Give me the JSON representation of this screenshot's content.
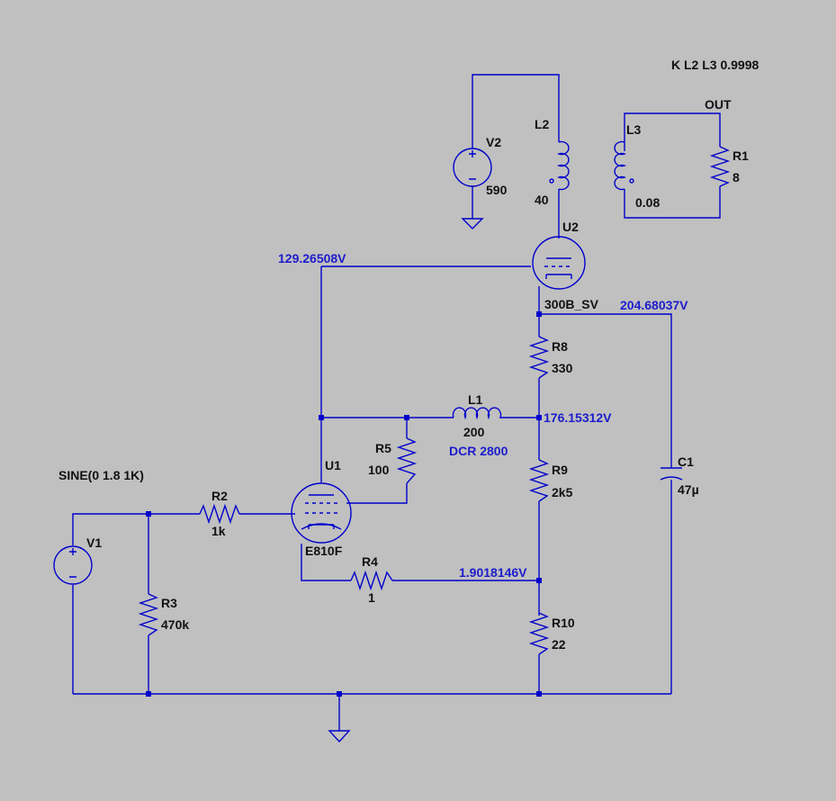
{
  "directive": "K L2 L3 0.9998",
  "out_label": "OUT",
  "components": {
    "V1": {
      "name": "V1",
      "spec": "SINE(0 1.8 1K)"
    },
    "V2": {
      "name": "V2",
      "value": "590"
    },
    "L1": {
      "name": "L1",
      "value": "200",
      "extra": "DCR 2800"
    },
    "L2": {
      "name": "L2",
      "value": "40"
    },
    "L3": {
      "name": "L3",
      "value": "0.08"
    },
    "R1": {
      "name": "R1",
      "value": "8"
    },
    "R2": {
      "name": "R2",
      "value": "1k"
    },
    "R3": {
      "name": "R3",
      "value": "470k"
    },
    "R4": {
      "name": "R4",
      "value": "1"
    },
    "R5": {
      "name": "R5",
      "value": "100"
    },
    "R8": {
      "name": "R8",
      "value": "330"
    },
    "R9": {
      "name": "R9",
      "value": "2k5"
    },
    "R10": {
      "name": "R10",
      "value": "22"
    },
    "C1": {
      "name": "C1",
      "value": "47µ"
    },
    "U1": {
      "name": "U1",
      "model": "E810F"
    },
    "U2": {
      "name": "U2",
      "model": "300B_SV"
    }
  },
  "node_voltages": {
    "u2_grid": "129.26508V",
    "u2_cathode": "204.68037V",
    "l1_node": "176.15312V",
    "r4_node": "1.9018146V"
  },
  "colors": {
    "background": "#c0c0c0",
    "wire": "#0000cc",
    "label": "#111111",
    "voltage": "#1c1ccc"
  }
}
